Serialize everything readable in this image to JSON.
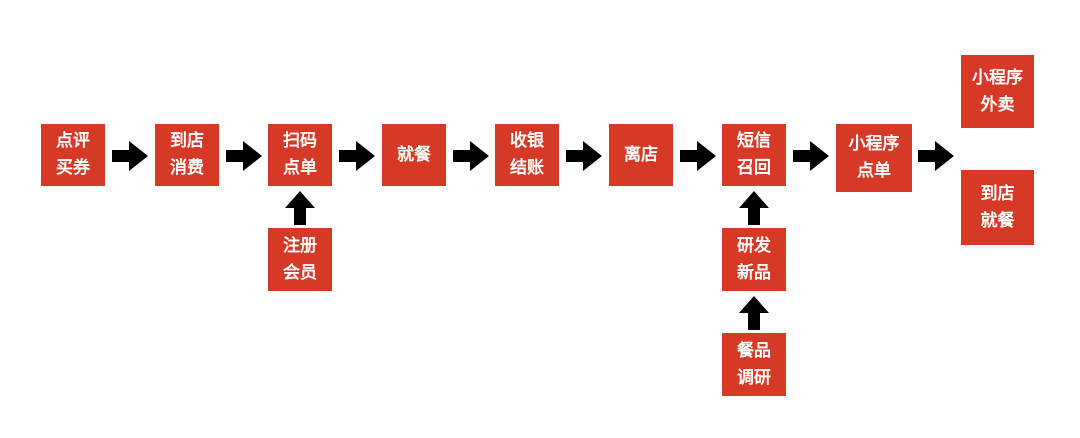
{
  "main_flow": [
    {
      "id": "dianping",
      "label": "点评\n买券"
    },
    {
      "id": "daodian-xiaofei",
      "label": "到店\n消费"
    },
    {
      "id": "saoma-diandan",
      "label": "扫码\n点单"
    },
    {
      "id": "jiucan",
      "label": "就餐"
    },
    {
      "id": "shouyin-jiezhang",
      "label": "收银\n结账"
    },
    {
      "id": "lidian",
      "label": "离店"
    },
    {
      "id": "duanxin-zhaohui",
      "label": "短信\n召回"
    },
    {
      "id": "xiaochengxu-diandan",
      "label": "小程序\n点单"
    }
  ],
  "side_inputs": [
    {
      "id": "zhuce-huiyuan",
      "label": "注册\n会员"
    },
    {
      "id": "yanfa-xinpin",
      "label": "研发\n新品"
    },
    {
      "id": "canpin-diaoyan",
      "label": "餐品\n调研"
    }
  ],
  "outcomes": [
    {
      "id": "xiaochengxu-waimai",
      "label": "小程序\n外卖"
    },
    {
      "id": "daodian-jiucan",
      "label": "到店\n就餐"
    }
  ],
  "colors": {
    "box": "#d63a27",
    "box_text": "#ffffff",
    "arrow": "#000000"
  }
}
